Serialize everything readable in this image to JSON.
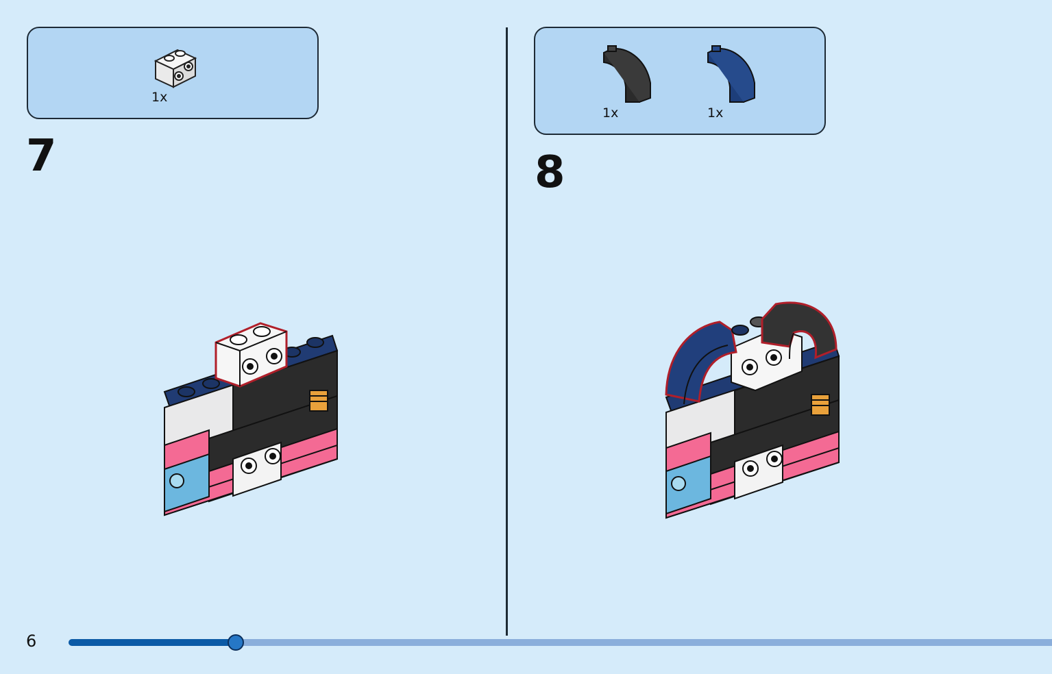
{
  "page_number": "6",
  "progress": 0.17,
  "steps": [
    {
      "number": "7",
      "parts": [
        {
          "icon": "white-brick-1x2-studs-side-icon",
          "qty": "1x"
        }
      ]
    },
    {
      "number": "8",
      "parts": [
        {
          "icon": "black-arch-slope-icon",
          "qty": "1x"
        },
        {
          "icon": "dark-blue-arch-slope-icon",
          "qty": "1x"
        }
      ]
    }
  ],
  "colors": {
    "background": "#d5ebfa",
    "callout": "#b3d6f3",
    "progress_fill": "#0b5aa6",
    "progress_track": "#8aaedb"
  }
}
